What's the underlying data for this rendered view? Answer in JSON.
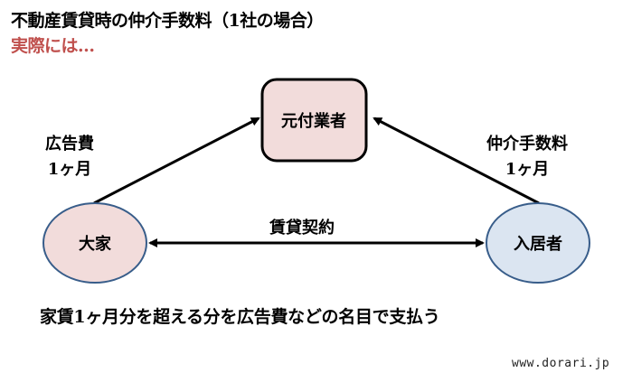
{
  "title": "不動産賃貸時の仲介手数料（1社の場合）",
  "subtitle": "実際には…",
  "nodes": {
    "agent": {
      "label": "元付業者",
      "fill": "#f2dcdb",
      "stroke": "#000000"
    },
    "landlord": {
      "label": "大家",
      "fill": "#f2dcdb",
      "stroke": "#385d8a"
    },
    "tenant": {
      "label": "入居者",
      "fill": "#dbe5f1",
      "stroke": "#385d8a"
    }
  },
  "edges": {
    "landlord_to_agent": {
      "line1": "広告費",
      "line2": "1ヶ月"
    },
    "tenant_to_agent": {
      "line1": "仲介手数料",
      "line2": "1ヶ月"
    },
    "landlord_tenant": {
      "label": "賃貸契約"
    }
  },
  "note": "家賃1ヶ月分を超える分を広告費などの名目で支払う",
  "watermark": "www.dorari.jp",
  "colors": {
    "subtitle": "#c0504d",
    "arrow": "#000000"
  }
}
